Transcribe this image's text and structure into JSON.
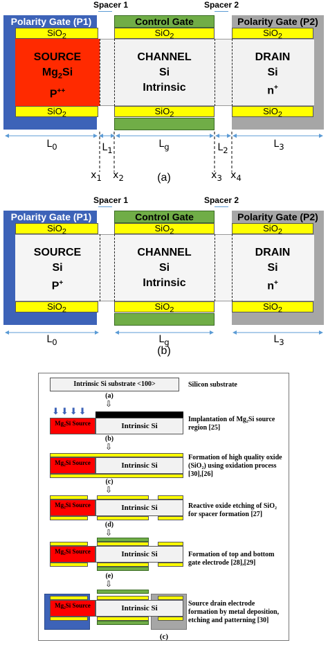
{
  "diagram_a": {
    "spacer1": "Spacer 1",
    "spacer2": "Spacer 2",
    "p1_label": "Polarity Gate (P1)",
    "control_label": "Control Gate",
    "p2_label": "Polarity Gate (P2)",
    "oxide": "SiO",
    "oxide_sub": "2",
    "source": [
      "SOURCE",
      "Mg",
      "2",
      "Si",
      "P",
      "++"
    ],
    "channel": [
      "CHANNEL",
      "Si",
      "Intrinsic"
    ],
    "drain": [
      "DRAIN",
      "Si",
      "n",
      "+"
    ],
    "dims": {
      "L0": "L",
      "L0s": "0",
      "L1": "L",
      "L1s": "1",
      "Lg": "L",
      "Lgs": "g",
      "L2": "L",
      "L2s": "2",
      "L3": "L",
      "L3s": "3"
    },
    "x_marks": {
      "x1": "x",
      "x1s": "1",
      "x2": "x",
      "x2s": "2",
      "x3": "x",
      "x3s": "3",
      "x4": "x",
      "x4s": "4"
    },
    "caption": "(a)",
    "colors": {
      "p1": "#3d63b8",
      "control": "#70ad47",
      "p2": "#a6a6a6",
      "source": "#ff2a00",
      "oxide": "#ffff00",
      "body": "#f2f2f2"
    }
  },
  "diagram_b": {
    "spacer1": "Spacer 1",
    "spacer2": "Spacer 2",
    "p1_label": "Polarity Gate (P1)",
    "control_label": "Control Gate",
    "p2_label": "Polarity Gate (P2)",
    "oxide": "SiO",
    "oxide_sub": "2",
    "source": [
      "SOURCE",
      "Si",
      "P",
      "+"
    ],
    "channel": [
      "CHANNEL",
      "Si",
      "Intrinsic"
    ],
    "drain": [
      "DRAIN",
      "Si",
      "n",
      "+"
    ],
    "dims": {
      "L0": "L",
      "L0s": "0",
      "Lg": "L",
      "Lgs": "g",
      "L3": "L",
      "L3s": "3"
    },
    "caption": "(b)"
  },
  "diagram_c": {
    "substrate_box": "Intrinsic Si substrate <100>",
    "substrate_desc": "Silicon substrate",
    "steps": [
      {
        "letter": "(a)",
        "desc": "Implantation of Mg₂Si source region [25]"
      },
      {
        "letter": "(b)",
        "desc": "Formation of high quality oxide (SiO₂) using oxidation process [30],[26]"
      },
      {
        "letter": "(c)",
        "desc": "Reactive oxide etching of SiO₂ for spacer formation [27]"
      },
      {
        "letter": "(d)",
        "desc": "Formation of top and bottom gate electrode [28],[29]"
      },
      {
        "letter": "(e)",
        "desc": "Source drain electrode formation by metal deposition, etching and patterning [30]"
      }
    ],
    "mg_source": "Mg₂Si Source",
    "intrinsic": "Intrinsic Si",
    "caption": "(c)"
  }
}
